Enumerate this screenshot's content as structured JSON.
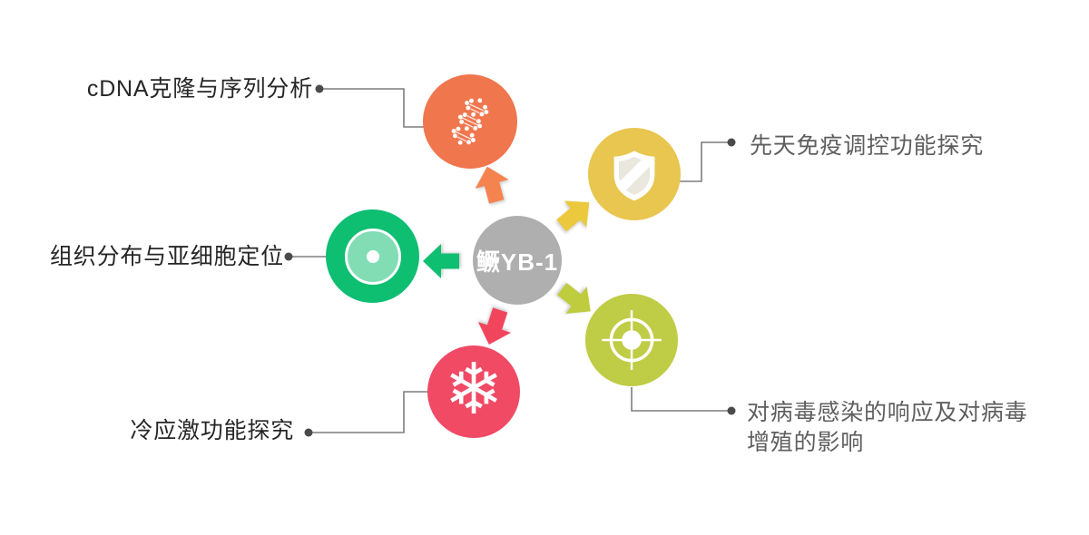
{
  "diagram": {
    "title_hint": "鳜YB-1 research overview diagram",
    "center": {
      "label": "鳜YB-1",
      "color": "#AFAFAF",
      "text_color": "#FFFFFF"
    },
    "nodes": [
      {
        "id": "cdna",
        "label": "cDNA克隆与序列分析",
        "icon": "dna-icon",
        "color": "#F0764E",
        "label_side": "left"
      },
      {
        "id": "immune",
        "label": "先天免疫调控功能探究",
        "icon": "shield-icon",
        "color": "#E8C64F",
        "label_side": "right"
      },
      {
        "id": "tissue",
        "label": "组织分布与亚细胞定位",
        "icon": "cell-icon",
        "color": "#0EBE71",
        "label_side": "left"
      },
      {
        "id": "virus",
        "label": "对病毒感染的响应及对病毒增殖的影响",
        "icon": "crosshair-icon",
        "color": "#BFCC45",
        "label_side": "right"
      },
      {
        "id": "cold",
        "label": "冷应激功能探究",
        "icon": "snowflake-icon",
        "color": "#F04A65",
        "label_side": "left"
      }
    ],
    "connector": {
      "line_color": "#7D7D7D",
      "dot_color": "#4A4A4A"
    },
    "label_colors": {
      "left": "#262626",
      "right": "#5E5E5E"
    },
    "icons": {
      "snowflake_glyph": "❄"
    }
  }
}
